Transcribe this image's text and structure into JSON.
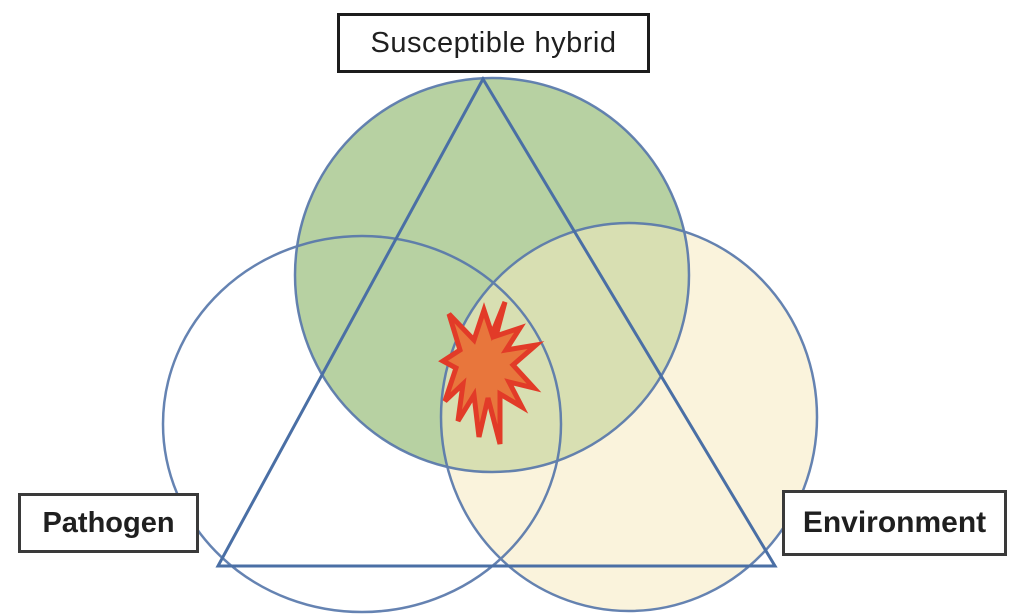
{
  "diagram": {
    "type": "disease-triangle-venn",
    "labels": {
      "top": "Susceptible hybrid",
      "left": "Pathogen",
      "right": "Environment"
    },
    "icons": {
      "center": "disease-outbreak-burst-icon"
    },
    "colors": {
      "background": "#ffffff",
      "host_circle_fill": "#b7d1a2",
      "environment_circle_fill": "#faf3dc",
      "host_environment_overlap_fill": "#d8dfb2",
      "pathogen_circle_fill": "#ffffff",
      "circle_stroke": "#5878ab",
      "triangle_stroke": "#4a6fa5",
      "burst_fill": "#e8763c",
      "burst_stroke": "#e23b28",
      "top_label_border": "#1c1c1c",
      "side_label_border": "#3a3a3a",
      "label_text": "#1f1f1f"
    }
  }
}
